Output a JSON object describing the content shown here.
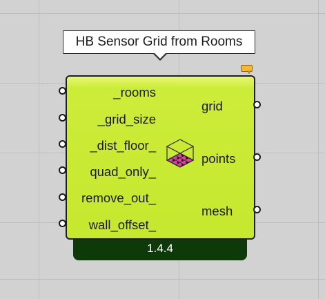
{
  "tooltip": {
    "text": "HB Sensor Grid from Rooms"
  },
  "component": {
    "name": "HB Sensor Grid from Rooms",
    "version": "1.4.4",
    "inputs": [
      {
        "label": "_rooms"
      },
      {
        "label": "_grid_size"
      },
      {
        "label": "_dist_floor_"
      },
      {
        "label": "quad_only_"
      },
      {
        "label": "remove_out_"
      },
      {
        "label": "wall_offset_"
      }
    ],
    "outputs": [
      {
        "label": "grid"
      },
      {
        "label": "points"
      },
      {
        "label": "mesh"
      }
    ],
    "icon": "sensor-grid-cube-icon"
  },
  "colors": {
    "canvas": "#d2d2d2",
    "grid_line": "#bdbdbd",
    "component_fill": "#c6e82e",
    "component_border": "#1f1f1f",
    "version_bar": "#0e3a0a",
    "flag": "#f7b731",
    "icon_fill": "#e040a0"
  }
}
